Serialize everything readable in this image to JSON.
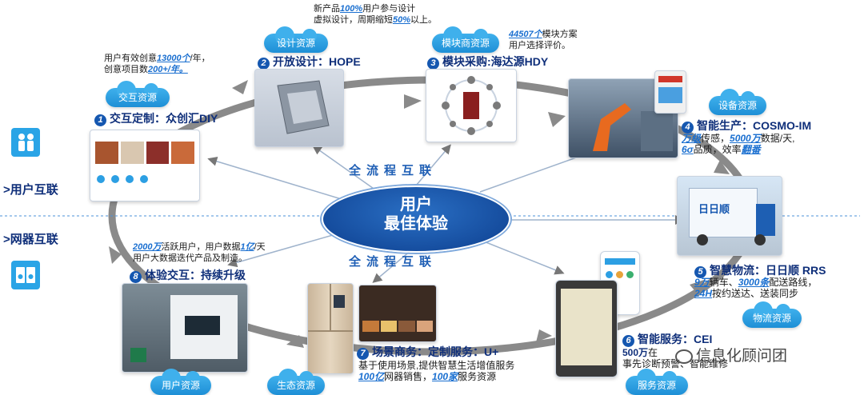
{
  "center": {
    "line1": "用户",
    "line2": "最佳体验"
  },
  "flow_top": "全流程互联",
  "flow_bottom": "全流程互联",
  "left": {
    "user_label": "用户互联",
    "device_label": "网器互联"
  },
  "watermark": "信息化顾问团",
  "steps": [
    {
      "id": "1",
      "num": "1",
      "title": "交互定制：众创汇DIY",
      "cloud": "交互资源",
      "cap1_a": "用户有效创意",
      "cap1_num": "13000个",
      "cap1_b": "/年，",
      "cap2_a": "创意项目数",
      "cap2_num": "200+/年。"
    },
    {
      "id": "2",
      "num": "2",
      "title": "开放设计：HOPE",
      "cloud": "设计资源",
      "cap1_a": "新产品",
      "cap1_num": "100%",
      "cap1_b": "用户参与设计",
      "cap2_a": "虚拟设计，周期缩短",
      "cap2_num": "50%",
      "cap2_b": "以上。"
    },
    {
      "id": "3",
      "num": "3",
      "title": "模块采购:海达源HDY",
      "cloud": "模块商资源",
      "cap1_num": "44507个",
      "cap1_b": "模块方案",
      "cap2_a": "用户选择评价。"
    },
    {
      "id": "4",
      "num": "4",
      "title": "智能生产：COSMO-IM",
      "cloud": "设备资源",
      "cap1_num": "万级",
      "cap1_b": "传感，",
      "cap1_num2": "5000万",
      "cap1_c": "数据/天,",
      "cap2_num": "6σ",
      "cap2_b": "品质，效率",
      "cap2_num2": "翻番"
    },
    {
      "id": "5",
      "num": "5",
      "title": "智慧物流：日日顺 RRS",
      "cloud": "物流资源",
      "cap1_num": "9万",
      "cap1_b": "辆车、",
      "cap1_num2": "3000条",
      "cap1_c": "配送路线，",
      "cap2_num": "24H",
      "cap2_b": "按约送达、送装同步"
    },
    {
      "id": "6",
      "num": "6",
      "title": "智能服务：CEI",
      "cloud": "服务资源",
      "cap1_num": "500万",
      "cap1_b": "在",
      "cap2_a": "事先诊断预警、智能维修"
    },
    {
      "id": "7",
      "num": "7",
      "title": "场景商务：定制服务：U+",
      "cloud": "生态资源",
      "cap1_a": "基于使用场景,提供智慧生活增值服务",
      "cap2_num": "100亿",
      "cap2_b": "网器销售，",
      "cap2_num2": "100家",
      "cap2_c": "服务资源"
    },
    {
      "id": "8",
      "num": "8",
      "title": "体验交互：持续升级",
      "cloud": "用户资源",
      "cap1_num": "2000万",
      "cap1_b": "活跃用户，用户数据",
      "cap1_num2": "1亿",
      "cap1_c": "/天",
      "cap2_a": "用户大数据迭代产品及制造。"
    }
  ],
  "truck_brand": "日日顺",
  "colors": {
    "accent": "#1557b0",
    "cloud": "#2c9fe3",
    "center": "#0f4fa8",
    "arrow": "#7a7a7a"
  }
}
